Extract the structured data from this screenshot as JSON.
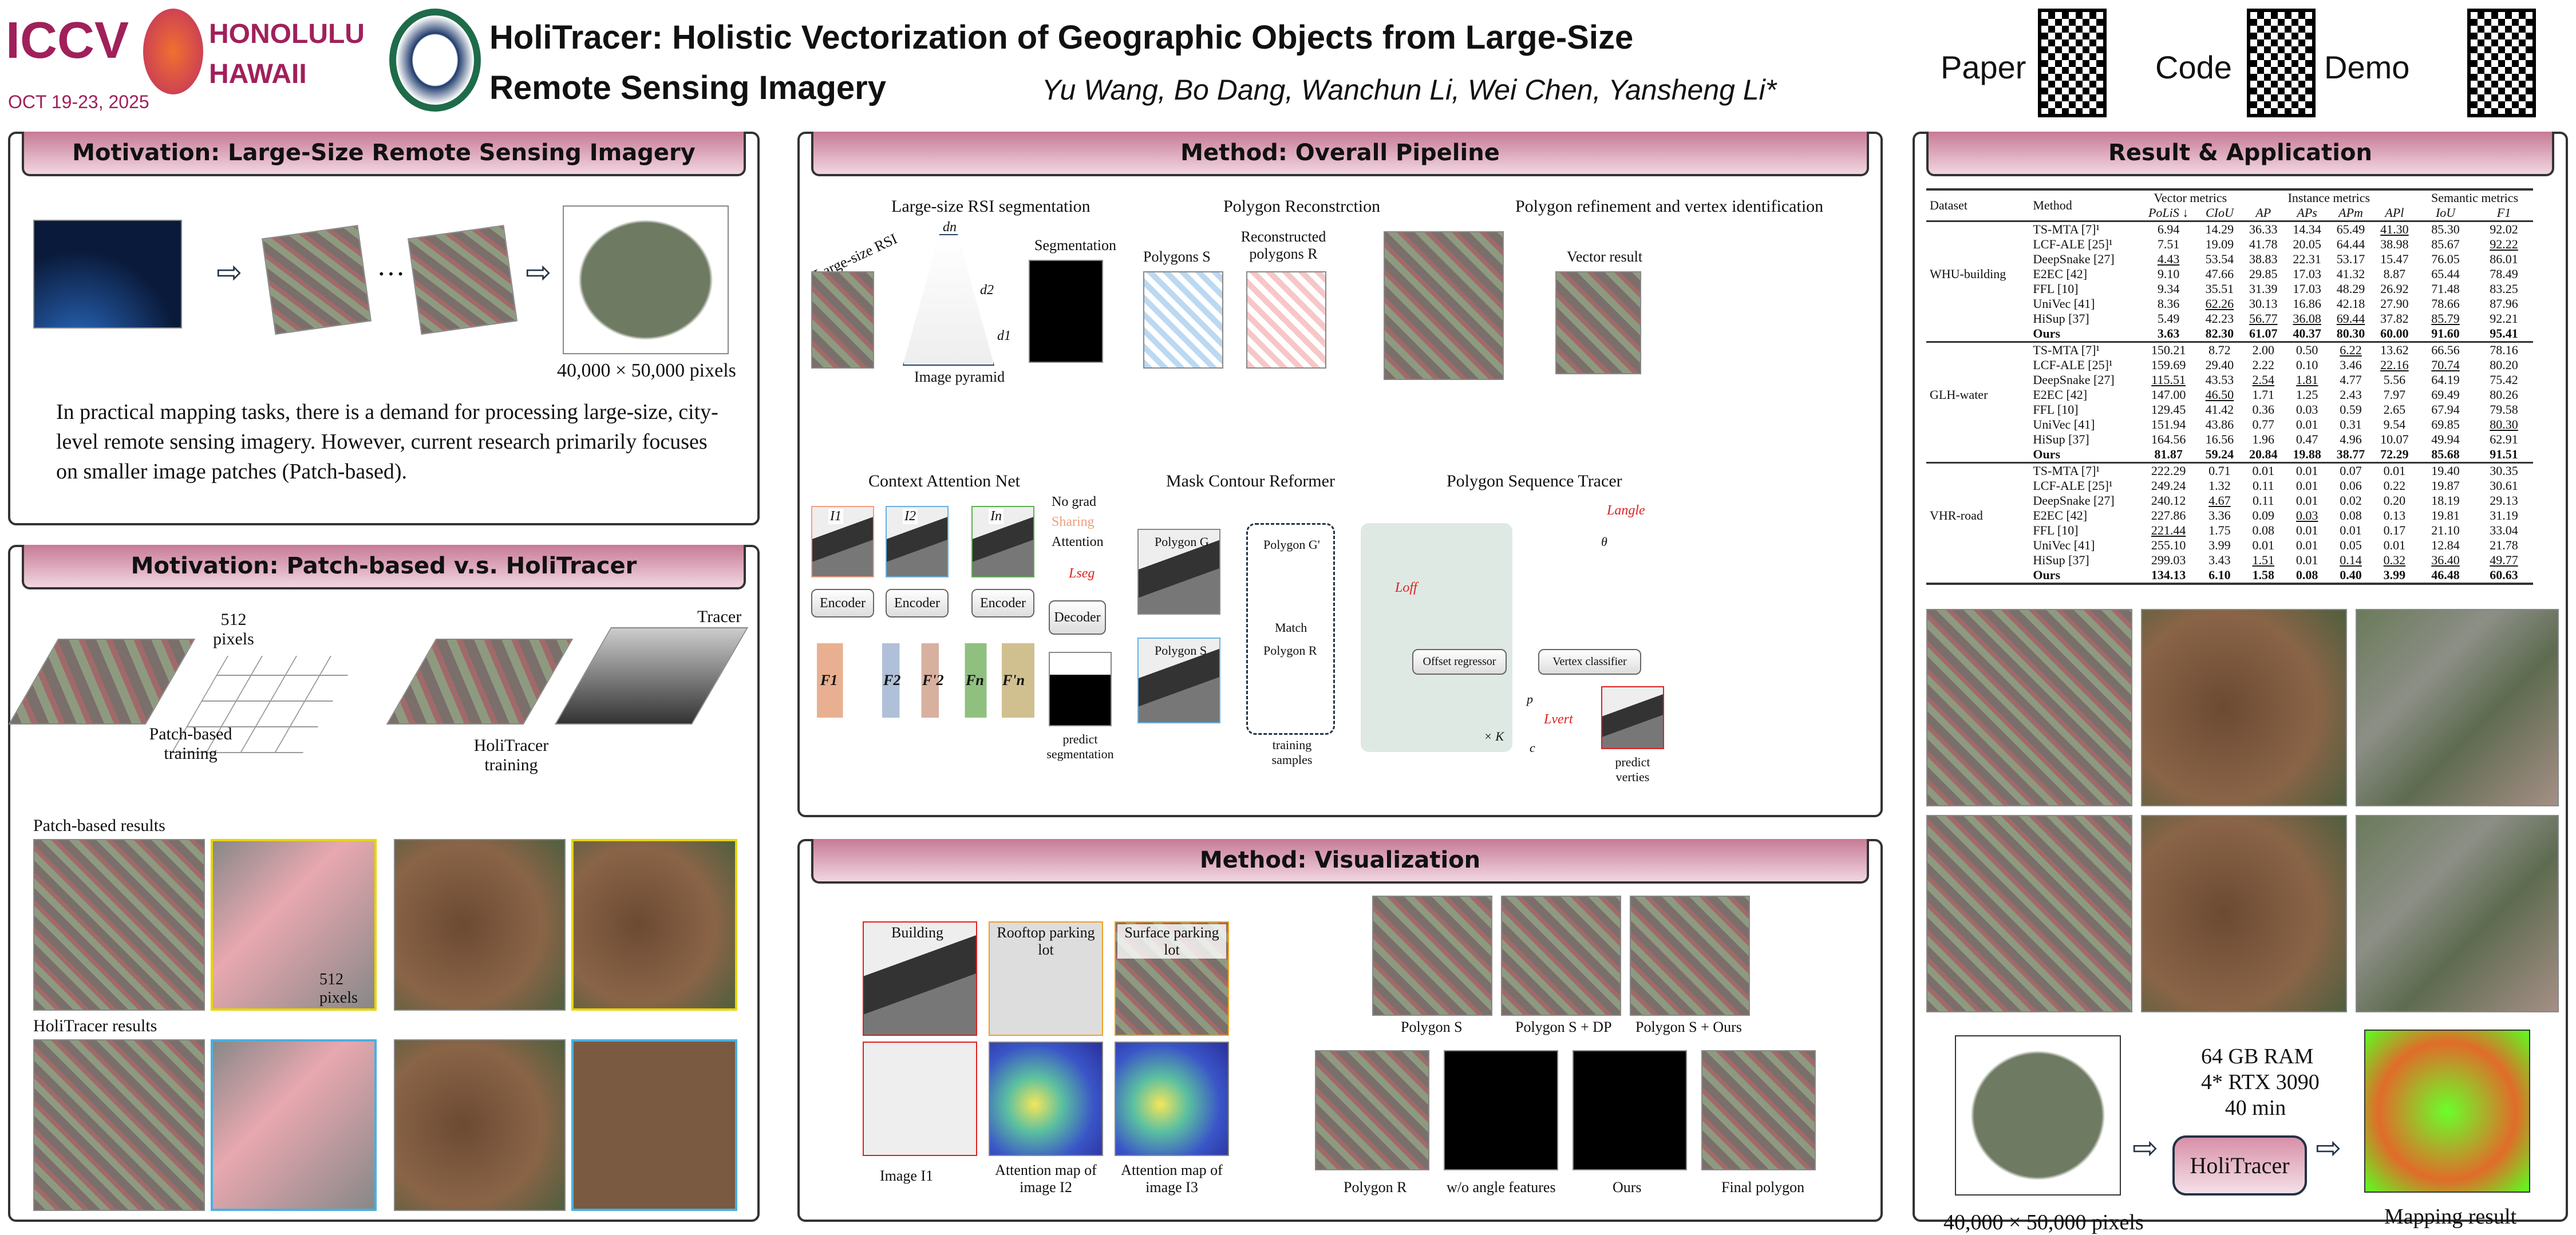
{
  "header": {
    "conf_logo": "ICCV",
    "conf_place": "HONOLULU HAWAII",
    "conf_date": "OCT 19-23, 2025",
    "title_line1": "HoliTracer: Holistic Vectorization of Geographic Objects from Large-Size",
    "title_line2": "Remote Sensing Imagery",
    "authors": "Yu Wang, Bo Dang, Wanchun Li, Wei Chen, Yansheng Li*",
    "links": [
      {
        "label": "Paper"
      },
      {
        "label": "Code"
      },
      {
        "label": "Demo"
      }
    ]
  },
  "motivation1": {
    "title": "Motivation: Large-Size Remote Sensing Imagery",
    "dots": "···",
    "size_caption": "40,000 × 50,000 pixels",
    "text": "In practical mapping tasks, there is a demand for processing large-size, city-level remote sensing imagery. However, current research primarily focuses on smaller image patches (Patch-based)."
  },
  "motivation2": {
    "title": "Motivation: Patch-based v.s. HoliTracer",
    "patch_label": "512 pixels",
    "tracer_label": "Tracer",
    "patch_training": "Patch-based training",
    "holi_training": "HoliTracer training",
    "patch_results": "Patch-based results",
    "holi_results": "HoliTracer results",
    "zoom_label": "512 pixels"
  },
  "pipeline": {
    "title": "Method: Overall Pipeline",
    "stage1": "Large-size RSI segmentation",
    "stage2": "Polygon Reconstrction",
    "stage3": "Polygon refinement and vertex identification",
    "large_rsi": "Large-size RSI",
    "pyramid": "Image pyramid",
    "dn": "dn",
    "d2": "d2",
    "d1": "d1",
    "segmentation": "Segmentation",
    "polygons_s": "Polygons S",
    "reconstructed": "Reconstructed polygons R",
    "vector_result": "Vector result",
    "can": "Context Attention Net",
    "mcr": "Mask Contour Reformer",
    "pst": "Polygon Sequence Tracer",
    "legend": {
      "nograd": "No grad",
      "sharing": "Sharing",
      "attention": "Attention"
    },
    "encoder": "Encoder",
    "decoder": "Decoder",
    "l_seg": "Lseg",
    "predict_seg": "predict segmentation",
    "images": [
      "I1",
      "I2",
      "In"
    ],
    "features": [
      "F1",
      "F2",
      "F'2",
      "Fn",
      "F'n"
    ],
    "polygon_g": "Polygon G",
    "polygon_g2": "Polygon G'",
    "polygon_s": "Polygon S",
    "polygon_r": "Polygon R",
    "match": "Match",
    "training_samples": "training samples",
    "offset_regressor": "Offset regressor",
    "vertex_classifier": "Vertex classifier",
    "l_off": "Loff",
    "l_angle": "Langle",
    "l_vert": "Lvert",
    "times_k": "× K",
    "predict_verts": "predict verties",
    "p": "p",
    "c": "c",
    "theta": "θ"
  },
  "visualization": {
    "title": "Method: Visualization",
    "labels": [
      "Building",
      "Rooftop parking lot",
      "Surface parking lot"
    ],
    "captions": [
      "Image I1",
      "Attention map of image I2",
      "Attention map of image I3"
    ],
    "row1": [
      "Polygon S",
      "Polygon S + DP",
      "Polygon S + Ours"
    ],
    "row2": [
      "Polygon R",
      "w/o angle features",
      "Ours",
      "Final polygon"
    ]
  },
  "results": {
    "title": "Result & Application",
    "headers": {
      "dataset": "Dataset",
      "method": "Method",
      "groups": [
        "Vector metrics",
        "Instance metrics",
        "Semantic metrics"
      ],
      "metrics": [
        "PoLiS ↓",
        "CIoU",
        "AP",
        "APs",
        "APm",
        "APl",
        "IoU",
        "F1"
      ]
    },
    "datasets": [
      {
        "name": "WHU-building",
        "rows": [
          {
            "method": "TS-MTA [7]¹",
            "values": [
              "6.94",
              "14.29",
              "36.33",
              "14.34",
              "65.49",
              "41.30",
              "85.30",
              "92.02"
            ],
            "underline": [
              5
            ]
          },
          {
            "method": "LCF-ALE [25]¹",
            "values": [
              "7.51",
              "19.09",
              "41.78",
              "20.05",
              "64.44",
              "38.98",
              "85.67",
              "92.22"
            ],
            "underline": [
              7
            ]
          },
          {
            "method": "DeepSnake [27]",
            "values": [
              "4.43",
              "53.54",
              "38.83",
              "22.31",
              "53.17",
              "15.47",
              "76.05",
              "86.01"
            ],
            "underline": [
              0
            ]
          },
          {
            "method": "E2EC [42]",
            "values": [
              "9.10",
              "47.66",
              "29.85",
              "17.03",
              "41.32",
              "8.87",
              "65.44",
              "78.49"
            ],
            "underline": []
          },
          {
            "method": "FFL [10]",
            "values": [
              "9.34",
              "35.51",
              "31.39",
              "17.03",
              "48.29",
              "26.92",
              "71.48",
              "83.25"
            ],
            "underline": []
          },
          {
            "method": "UniVec [41]",
            "values": [
              "8.36",
              "62.26",
              "30.13",
              "16.86",
              "42.18",
              "27.90",
              "78.66",
              "87.96"
            ],
            "underline": [
              1
            ]
          },
          {
            "method": "HiSup [37]",
            "values": [
              "5.49",
              "42.23",
              "56.77",
              "36.08",
              "69.44",
              "37.82",
              "85.79",
              "92.21"
            ],
            "underline": [
              2,
              3,
              4,
              6
            ]
          },
          {
            "method": "Ours",
            "values": [
              "3.63",
              "82.30",
              "61.07",
              "40.37",
              "80.30",
              "60.00",
              "91.60",
              "95.41"
            ],
            "underline": []
          }
        ]
      },
      {
        "name": "GLH-water",
        "rows": [
          {
            "method": "TS-MTA [7]¹",
            "values": [
              "150.21",
              "8.72",
              "2.00",
              "0.50",
              "6.22",
              "13.62",
              "66.56",
              "78.16"
            ],
            "underline": [
              4
            ]
          },
          {
            "method": "LCF-ALE [25]¹",
            "values": [
              "159.69",
              "29.40",
              "2.22",
              "0.10",
              "3.46",
              "22.16",
              "70.74",
              "80.20"
            ],
            "underline": [
              5,
              6
            ]
          },
          {
            "method": "DeepSnake [27]",
            "values": [
              "115.51",
              "43.53",
              "2.54",
              "1.81",
              "4.77",
              "5.56",
              "64.19",
              "75.42"
            ],
            "underline": [
              0,
              2,
              3
            ]
          },
          {
            "method": "E2EC [42]",
            "values": [
              "147.00",
              "46.50",
              "1.71",
              "1.25",
              "2.43",
              "7.97",
              "69.49",
              "80.26"
            ],
            "underline": [
              1
            ]
          },
          {
            "method": "FFL [10]",
            "values": [
              "129.45",
              "41.42",
              "0.36",
              "0.03",
              "0.59",
              "2.65",
              "67.94",
              "79.58"
            ],
            "underline": []
          },
          {
            "method": "UniVec [41]",
            "values": [
              "151.94",
              "43.86",
              "0.77",
              "0.01",
              "0.31",
              "9.54",
              "69.85",
              "80.30"
            ],
            "underline": [
              7
            ]
          },
          {
            "method": "HiSup [37]",
            "values": [
              "164.56",
              "16.56",
              "1.96",
              "0.47",
              "4.96",
              "10.07",
              "49.94",
              "62.91"
            ],
            "underline": []
          },
          {
            "method": "Ours",
            "values": [
              "81.87",
              "59.24",
              "20.84",
              "19.88",
              "38.77",
              "72.29",
              "85.68",
              "91.51"
            ],
            "underline": []
          }
        ]
      },
      {
        "name": "VHR-road",
        "rows": [
          {
            "method": "TS-MTA [7]¹",
            "values": [
              "222.29",
              "0.71",
              "0.01",
              "0.01",
              "0.07",
              "0.01",
              "19.40",
              "30.35"
            ],
            "underline": []
          },
          {
            "method": "LCF-ALE [25]¹",
            "values": [
              "249.24",
              "1.32",
              "0.11",
              "0.01",
              "0.06",
              "0.22",
              "19.87",
              "30.61"
            ],
            "underline": []
          },
          {
            "method": "DeepSnake [27]",
            "values": [
              "240.12",
              "4.67",
              "0.11",
              "0.01",
              "0.02",
              "0.20",
              "18.19",
              "29.13"
            ],
            "underline": [
              1
            ]
          },
          {
            "method": "E2EC [42]",
            "values": [
              "227.86",
              "3.36",
              "0.09",
              "0.03",
              "0.08",
              "0.13",
              "19.81",
              "31.19"
            ],
            "underline": [
              3
            ]
          },
          {
            "method": "FFL [10]",
            "values": [
              "221.44",
              "1.75",
              "0.08",
              "0.01",
              "0.01",
              "0.17",
              "21.10",
              "33.04"
            ],
            "underline": [
              0
            ]
          },
          {
            "method": "UniVec [41]",
            "values": [
              "255.10",
              "3.99",
              "0.01",
              "0.01",
              "0.05",
              "0.01",
              "12.84",
              "21.78"
            ],
            "underline": []
          },
          {
            "method": "HiSup [37]",
            "values": [
              "299.03",
              "3.43",
              "1.51",
              "0.01",
              "0.14",
              "0.32",
              "36.40",
              "49.77"
            ],
            "underline": [
              2,
              4,
              5,
              6,
              7
            ]
          },
          {
            "method": "Ours",
            "values": [
              "134.13",
              "6.10",
              "1.58",
              "0.08",
              "0.40",
              "3.99",
              "46.48",
              "60.63"
            ],
            "underline": []
          }
        ]
      }
    ],
    "app": {
      "ram": "64 GB RAM",
      "gpu": "4* RTX 3090",
      "time": "40 min",
      "model": "HoliTracer",
      "input_caption": "40,000 × 50,000 pixels",
      "output_caption": "Mapping result"
    }
  },
  "colors": {
    "header_pink": "#c77a96",
    "accent_red": "#e02020",
    "ref_blue": "#3a7bd5"
  }
}
